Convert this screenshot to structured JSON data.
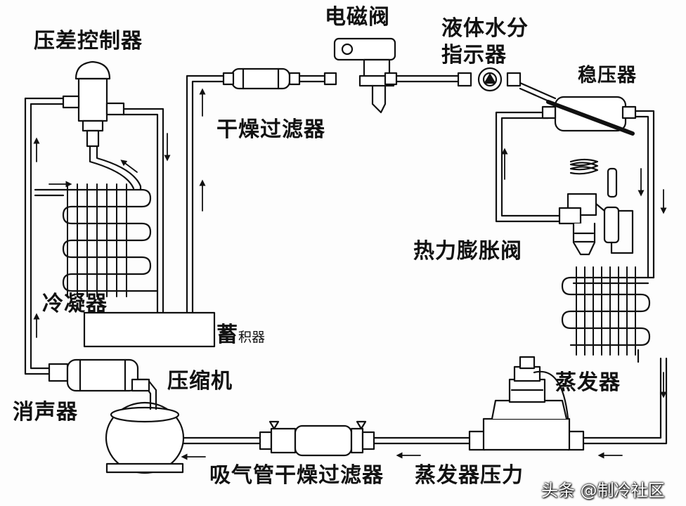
{
  "labels": {
    "pressure_controller": "压差控制器",
    "solenoid_valve": "电磁阀",
    "liquid_indicator_line1": "液体水分",
    "liquid_indicator_line2": "指示器",
    "pressure_regulator": "稳压器",
    "filter_drier": "干燥过滤器",
    "expansion_valve": "热力膨胀阀",
    "condenser": "冷凝器",
    "receiver_big": "蓄",
    "receiver_small": "积器",
    "compressor": "压缩机",
    "muffler": "消声器",
    "evaporator": "蒸发器",
    "suction_filter": "吸气管干燥过滤器",
    "evap_pressure_valve": "蒸发器压力",
    "watermark": "头条 @制冷社区"
  },
  "colors": {
    "line": "#111111",
    "fill": "#ffffff",
    "background": "#fdfdfd"
  }
}
